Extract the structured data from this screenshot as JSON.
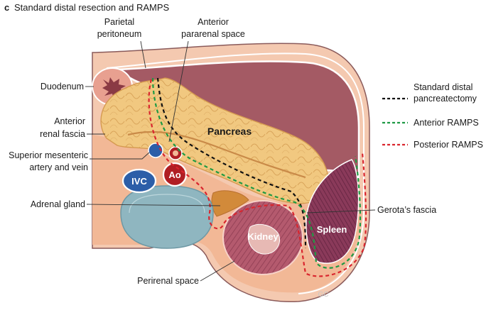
{
  "title": {
    "letter": "c",
    "text": "Standard distal resection and RAMPS"
  },
  "labels": {
    "parietal_peritoneum": [
      "Parietal",
      "peritoneum"
    ],
    "anterior_pararenal_space": [
      "Anterior",
      "pararenal space"
    ],
    "duodenum": "Duodenum",
    "anterior_renal_fascia": [
      "Anterior",
      "renal fascia"
    ],
    "sma_smv": [
      "Superior mesenteric",
      "artery and vein"
    ],
    "adrenal_gland": "Adrenal gland",
    "perirenal_space": "Perirenal space",
    "gerotas_fascia": "Gerota’s fascia",
    "pancreas": "Pancreas",
    "ivc": "IVC",
    "ao": "Ao",
    "kidney": "Kidney",
    "spleen": "Spleen",
    "signature": "GC"
  },
  "legend": [
    {
      "label": [
        "Standard distal",
        "pancreatectomy"
      ],
      "color": "#111111"
    },
    {
      "label": [
        "Anterior RAMPS"
      ],
      "color": "#1f9a44"
    },
    {
      "label": [
        "Posterior RAMPS"
      ],
      "color": "#d9252e"
    }
  ],
  "colors": {
    "peritoneal_cavity": "#a45a64",
    "retroperitoneum": "#f2b896",
    "pancreas": "#f1c880",
    "kidney": "#b45a6e",
    "spleen": "#8a3a5a",
    "adrenal": "#d28a3a",
    "vertebra": "#8fb6c0",
    "ivc": "#2c5ea8",
    "aorta": "#b01e24"
  }
}
